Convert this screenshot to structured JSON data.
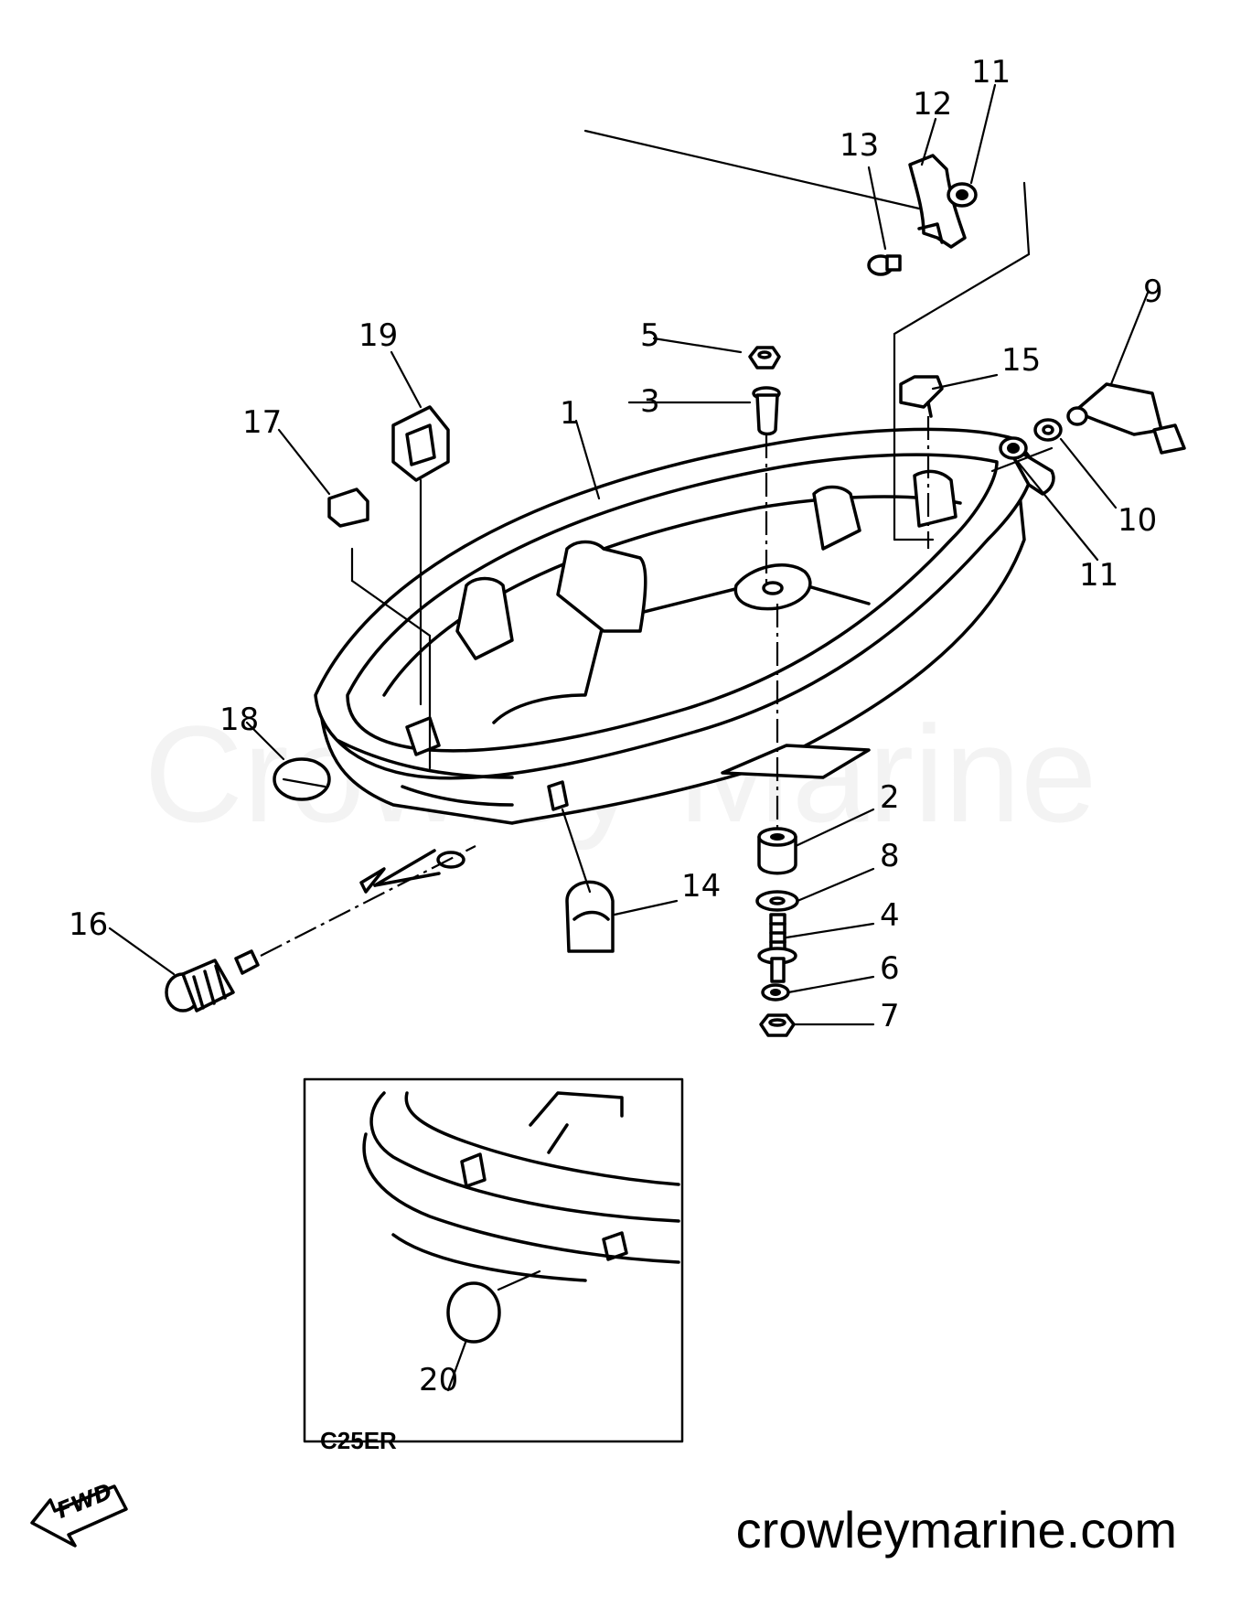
{
  "watermark": "Crowley Marine",
  "site_label": "crowleymarine.com",
  "inset": {
    "label": "C25ER"
  },
  "direction_label": "FWD",
  "callouts": [
    {
      "id": "c1",
      "text": "1"
    },
    {
      "id": "c2",
      "text": "2"
    },
    {
      "id": "c3",
      "text": "3"
    },
    {
      "id": "c4",
      "text": "4"
    },
    {
      "id": "c5",
      "text": "5"
    },
    {
      "id": "c6",
      "text": "6"
    },
    {
      "id": "c7",
      "text": "7"
    },
    {
      "id": "c8",
      "text": "8"
    },
    {
      "id": "c9",
      "text": "9"
    },
    {
      "id": "c10",
      "text": "10"
    },
    {
      "id": "c11a",
      "text": "11"
    },
    {
      "id": "c11b",
      "text": "11"
    },
    {
      "id": "c12",
      "text": "12"
    },
    {
      "id": "c13",
      "text": "13"
    },
    {
      "id": "c14",
      "text": "14"
    },
    {
      "id": "c15",
      "text": "15"
    },
    {
      "id": "c16",
      "text": "16"
    },
    {
      "id": "c17",
      "text": "17"
    },
    {
      "id": "c18",
      "text": "18"
    },
    {
      "id": "c19",
      "text": "19"
    },
    {
      "id": "c20",
      "text": "20"
    }
  ]
}
